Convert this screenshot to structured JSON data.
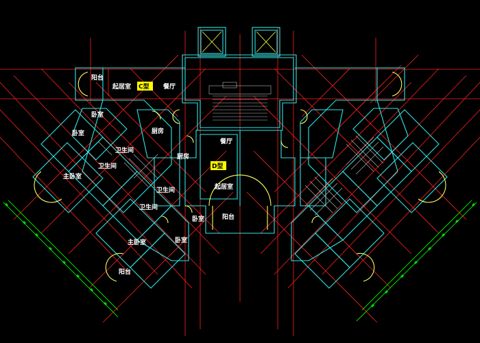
{
  "room_labels": {
    "balcony_tl": "阳台",
    "living_large": "起居室",
    "dining_top": "餐厅",
    "bedroom_1": "卧室",
    "bedroom_2": "卧室",
    "kitchen_left": "厨房",
    "bath_1": "卫生间",
    "bath_2": "卫生间",
    "master_bed_1": "主卧室",
    "bath_3": "卫生间",
    "bath_4": "卫生间",
    "master_bed_2": "主卧室",
    "balcony_bl": "阳台",
    "kitchen_center": "厨房",
    "dining_center": "餐厅",
    "living_center": "起居室",
    "bedroom_c1": "卧室",
    "bedroom_c2": "卧室",
    "balcony_center": "阳台"
  },
  "unit_tags": {
    "tag_c": "C型",
    "tag_d": "D型"
  },
  "colors": {
    "background": "#000000",
    "wall": "#33e6e6",
    "axis": "#ff2020",
    "dimension": "#00e000",
    "door": "#ffff55",
    "hatch": "#bbbbbb",
    "tag": "#ffff00",
    "label": "#ffffff"
  }
}
